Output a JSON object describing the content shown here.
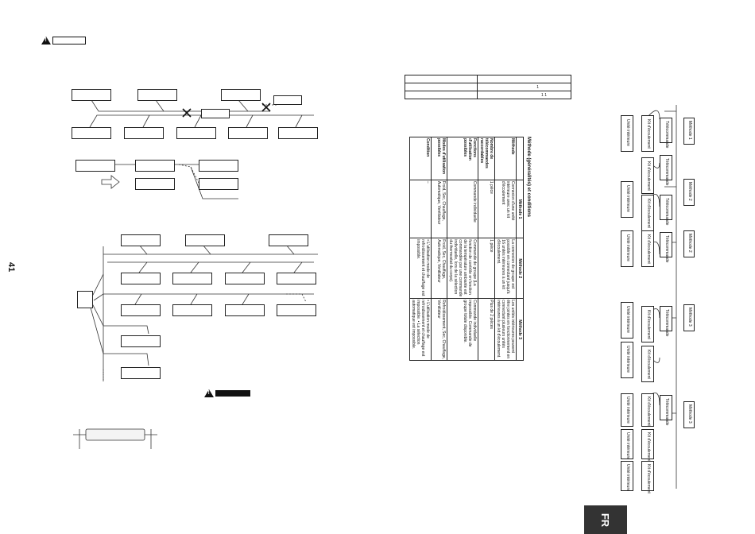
{
  "page": {
    "number": "41",
    "lang_tab": "FR"
  },
  "table_heading": "Méthode (généralités) et conditions",
  "methods_table": {
    "row_labels": [
      "Méthode",
      "Nombre de télécommandes raccordables",
      "Fonctions d'utilisation possibles",
      "Modes d'utilisation possibles",
      "Condition"
    ],
    "columns": [
      {
        "header": "Méthode 1",
        "cells": [
          "Connexion d'une unité intérieure avec un kit d'écoulement",
          "1 pièce",
          "Commande individuelle",
          "Froid, Sec, Chauffage, Automatique, Ventilateur",
          "–"
        ]
      },
      {
        "header": "Méthode 2",
        "cells": [
          "La connexion de groupe est possible en connectant jusqu'à 16 unités intérieures à un kit d'écoulement.",
          "1 pièce",
          "Commande de groupe (La fonction de contrôle en fonction de la température ambiante est commandée par une commande individuelle, lors de la sélection du thermostat du corps).",
          "Froid, Sec, Chauffage, Automatique, Ventilateur",
          "• L'utilisation mode de refroidissement et chauffage est impossible."
        ]
      },
      {
        "header": "Méthode 3",
        "cells": [
          "Les unités intérieures peuvent être jointes en fonctionnement en connectant plusieurs unités intérieures à un kit d'écoulement.",
          "Plus de 2 pièces",
          "Commande individuelle impossible. Commande de groupe totale disponible.",
          "Refroidissement, Sec, Chauffage, Ventilateur",
          "• L'utilisation mode de refroidissement et chauffage est impossible. • La sélection automatique est impossible."
        ]
      }
    ]
  },
  "small_table": {
    "rows": [
      [
        "",
        ""
      ],
      [
        "",
        "1"
      ],
      [
        "",
        "1   1"
      ]
    ]
  },
  "side_diagrams": {
    "titles": [
      "Méthode 1",
      "Méthode 2",
      "Méthode 2",
      "Méthode 3",
      "Méthode 3"
    ],
    "unit_labels": [
      "Unité intérieure",
      "Kit d'écoulement",
      "Télécommande"
    ]
  },
  "icons": {
    "warning": "warning-triangle-icon",
    "prohibited": "cross-mark-icon",
    "arrow": "hollow-arrow-icon"
  }
}
